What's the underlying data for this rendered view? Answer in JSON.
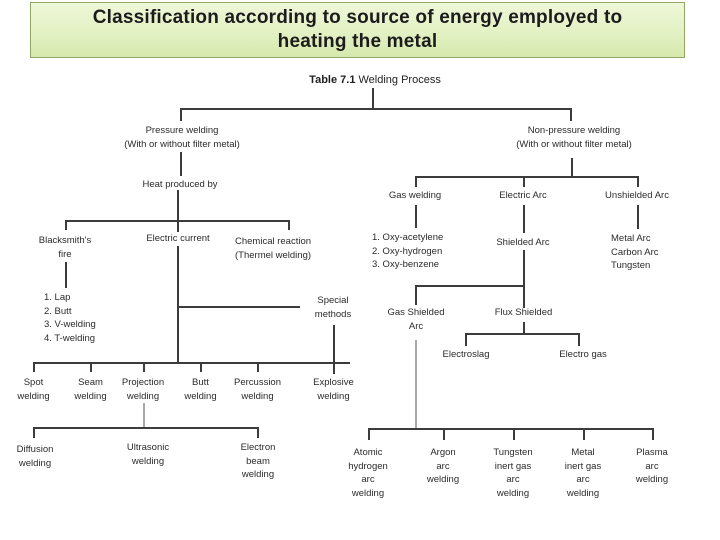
{
  "banner": {
    "title": "Classification according to source of energy employed to\nheating the metal"
  },
  "heading": {
    "bold": "Table 7.1",
    "rest": " Welding Process"
  },
  "nodes": {
    "pressure": "Pressure welding\n(With or without filter metal)",
    "non_pressure": "Non-pressure welding\n(With or without filter metal)",
    "heat": "Heat produced by",
    "blacksmith": "Blacksmith's\nfire",
    "electric_current": "Electric current",
    "chemical": "Chemical reaction\n(Thermel welding)",
    "joint_list": "1. Lap\n2. Butt\n3. V-welding\n4. T-welding",
    "special": "Special\nmethods",
    "spot": "Spot\nwelding",
    "seam": "Seam\nwelding",
    "projection": "Projection\nwelding",
    "butt": "Butt\nwelding",
    "percussion": "Percussion\nwelding",
    "explosive": "Explosive\nwelding",
    "diffusion": "Diffusion\nwelding",
    "ultrasonic": "Ultrasonic\nwelding",
    "electron_beam": "Electron\nbeam\nwelding",
    "gas_welding": "Gas welding",
    "oxy_list": "1. Oxy-acetylene\n2. Oxy-hydrogen\n3. Oxy-benzene",
    "electric_arc": "Electric Arc",
    "shielded_arc": "Shielded Arc",
    "unshielded_arc": "Unshielded Arc",
    "unshielded_list": "Metal Arc\nCarbon Arc\nTungsten",
    "gas_shielded_arc": "Gas Shielded\nArc",
    "flux_shielded": "Flux Shielded",
    "electroslag": "Electroslag",
    "electro_gas": "Electro gas",
    "atomic_hydrogen": "Atomic\nhydrogen\narc\nwelding",
    "argon": "Argon\narc\nwelding",
    "tig": "Tungsten\ninert gas\narc\nwelding",
    "mig": "Metal\ninert gas\narc\nwelding",
    "plasma": "Plasma\narc\nwelding"
  },
  "colors": {
    "banner_bg_top": "#eef7d8",
    "banner_bg_bottom": "#d5e9ac",
    "banner_border": "#93a564",
    "line": "#3c3c3c",
    "line_faint": "#a8a8a8",
    "text": "#2b2b2b"
  }
}
